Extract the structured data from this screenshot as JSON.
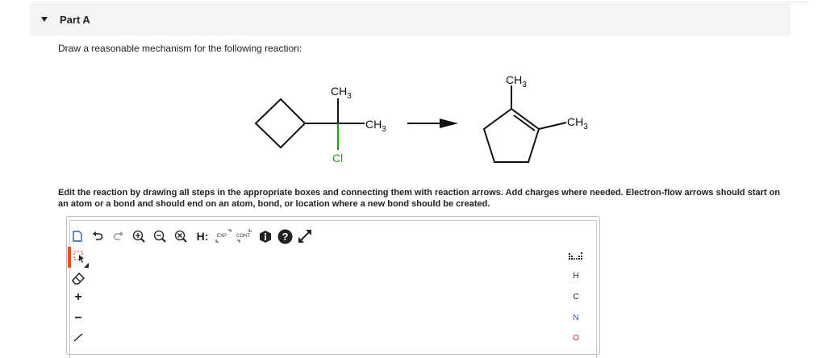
{
  "part": {
    "title": "Part A"
  },
  "prompt": "Draw a reasonable mechanism for the following reaction:",
  "reactant": {
    "ch3_top": "CH3",
    "ch3_right": "CH3",
    "cl": "Cl"
  },
  "product": {
    "ch3_top": "CH3",
    "ch3_right": "CH3"
  },
  "instructions": "Edit the reaction by drawing all steps in the appropriate boxes and connecting them with reaction arrows. Add charges where needed. Electron-flow arrows should start on an atom or a bond and should end on an atom, bond, or location where a new bond should be created.",
  "toolbar": {
    "h_label": "H:",
    "exp_label": "EXP",
    "cont_label": "CONT"
  },
  "elements": [
    "H",
    "C",
    "N",
    "O"
  ],
  "colors": {
    "green_bond": "#1f9a1f",
    "nitrogen": "#2b4fd0",
    "oxygen": "#d02b2b",
    "selection": "#e0531f"
  }
}
